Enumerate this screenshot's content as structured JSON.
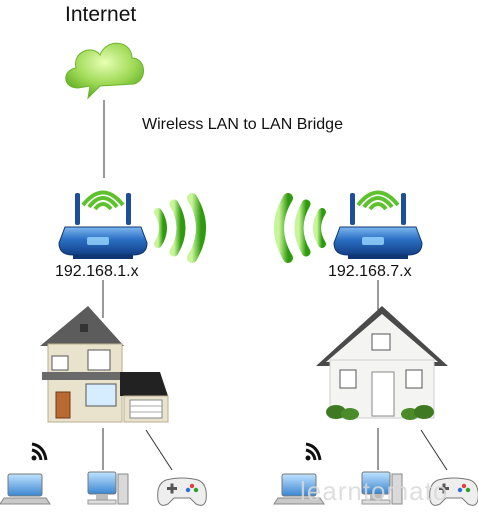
{
  "labels": {
    "internet": "Internet",
    "bridge": "Wireless LAN to LAN Bridge",
    "left_subnet": "192.168.1.x",
    "right_subnet": "192.168.7.x",
    "watermark": "learntomato"
  },
  "icons": {
    "cloud": "cloud-icon",
    "router": "router-icon",
    "signal": "wireless-signal-icon",
    "house_left": "two-story-house-icon",
    "house_right": "cottage-house-icon",
    "laptop": "laptop-icon",
    "desktop": "desktop-computer-icon",
    "gamepad": "gamepad-icon",
    "wifi": "wifi-icon"
  },
  "colors": {
    "cloud": "#8fd24a",
    "signal": "#4cbb17",
    "router_body": "#1f5fb3",
    "router_top": "#5aa0e6",
    "house_wall_left": "#e9e2cc",
    "house_roof_left": "#5c5c5c",
    "house_wall_right": "#f4f4f2",
    "garage_roof": "#222222"
  }
}
